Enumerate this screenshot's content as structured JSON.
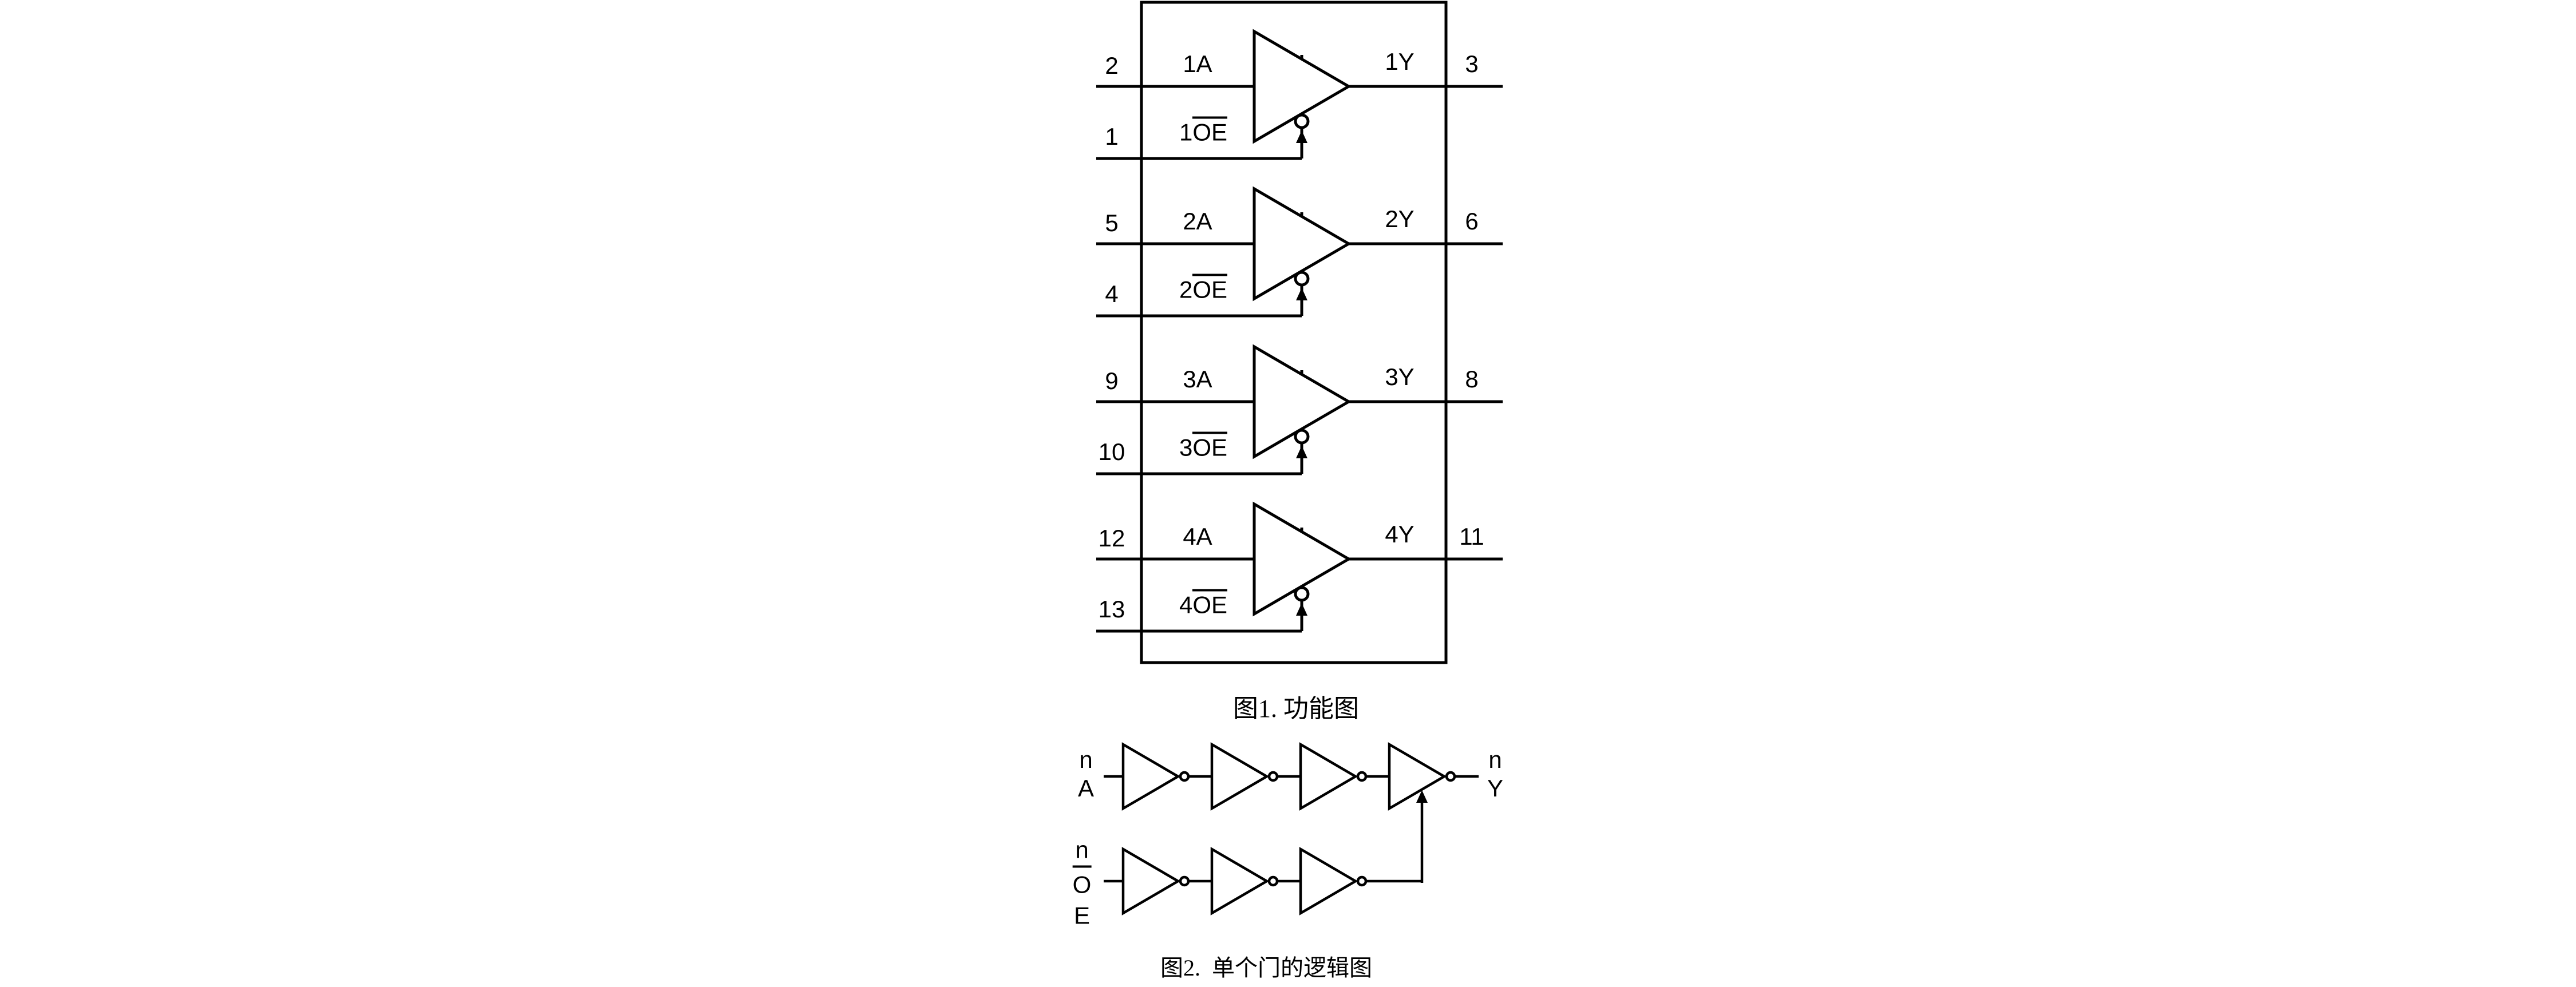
{
  "figure1": {
    "caption": "图1. 功能图",
    "gates": [
      {
        "input_pin": "2",
        "input_label": "1A",
        "oe_pin": "1",
        "oe_prefix": "1",
        "oe_overline": "OE",
        "output_label": "1Y",
        "output_pin": "3"
      },
      {
        "input_pin": "5",
        "input_label": "2A",
        "oe_pin": "4",
        "oe_prefix": "2",
        "oe_overline": "OE",
        "output_label": "2Y",
        "output_pin": "6"
      },
      {
        "input_pin": "9",
        "input_label": "3A",
        "oe_pin": "10",
        "oe_prefix": "3",
        "oe_overline": "OE",
        "output_label": "3Y",
        "output_pin": "8"
      },
      {
        "input_pin": "12",
        "input_label": "4A",
        "oe_pin": "13",
        "oe_prefix": "4",
        "oe_overline": "OE",
        "output_label": "4Y",
        "output_pin": "11"
      }
    ]
  },
  "figure2": {
    "caption": "图2.  单个门的逻辑图",
    "input_line1": "n",
    "input_line2": "A",
    "output_line1": "n",
    "output_line2": "Y",
    "enable_line1": "n",
    "enable_line2": "O",
    "enable_line3": "E"
  },
  "colors": {
    "ink": "#000000",
    "background": "#ffffff"
  }
}
